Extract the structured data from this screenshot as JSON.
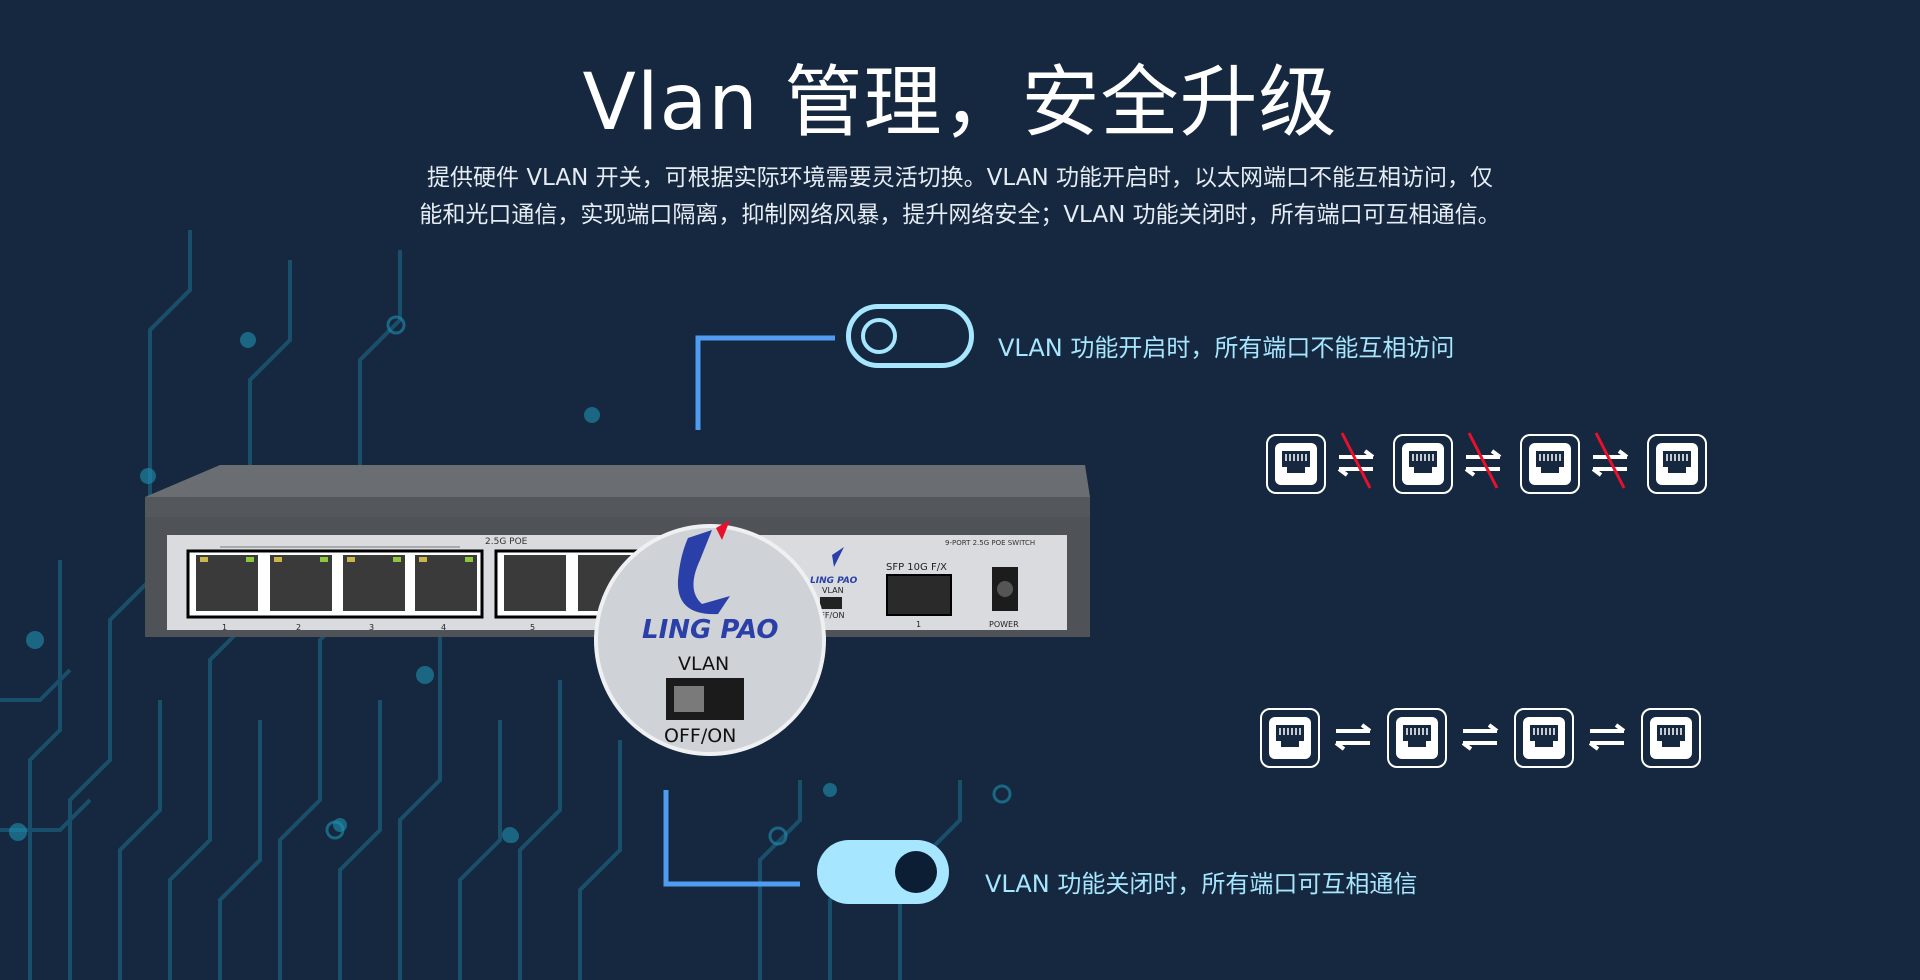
{
  "header": {
    "title": "Vlan 管理，安全升级",
    "description_line1": "提供硬件 VLAN 开关，可根据实际环境需要灵活切换。VLAN 功能开启时，以太网端口不能互相访问，仅",
    "description_line2": "能和光口通信，实现端口隔离，抑制网络风暴，提升网络安全；VLAN 功能关闭时，所有端口可互相通信。"
  },
  "vlan_on": {
    "caption": "VLAN 功能开启时，所有端口不能互相访问",
    "icons": [
      "ethernet-port-icon",
      "blocked-arrows-icon"
    ]
  },
  "vlan_off": {
    "caption": "VLAN 功能关闭时，所有端口可互相通信",
    "icons": [
      "ethernet-port-icon",
      "exchange-arrows-icon"
    ]
  },
  "device": {
    "poe_label": "2.5G POE",
    "model_label": "9-PORT 2.5G POE SWITCH",
    "port_numbers": [
      "1",
      "2",
      "3",
      "4",
      "5"
    ],
    "vlan_small": "VLAN",
    "off_on_small": "OFF/ON",
    "sfp_label": "SFP  10G  F/X",
    "sfp_number": "1",
    "power_label": "POWER",
    "brand_small": "LING PAO"
  },
  "zoom": {
    "brand": "LING PAO",
    "vlan_label": "VLAN",
    "off_on_label": "OFF/ON"
  },
  "colors": {
    "background": "#16283f",
    "accent": "#a6e6ff",
    "line_blue": "#4f9cf0",
    "blocked_red": "#e8102a",
    "brand_blue": "#2a3fa8"
  }
}
